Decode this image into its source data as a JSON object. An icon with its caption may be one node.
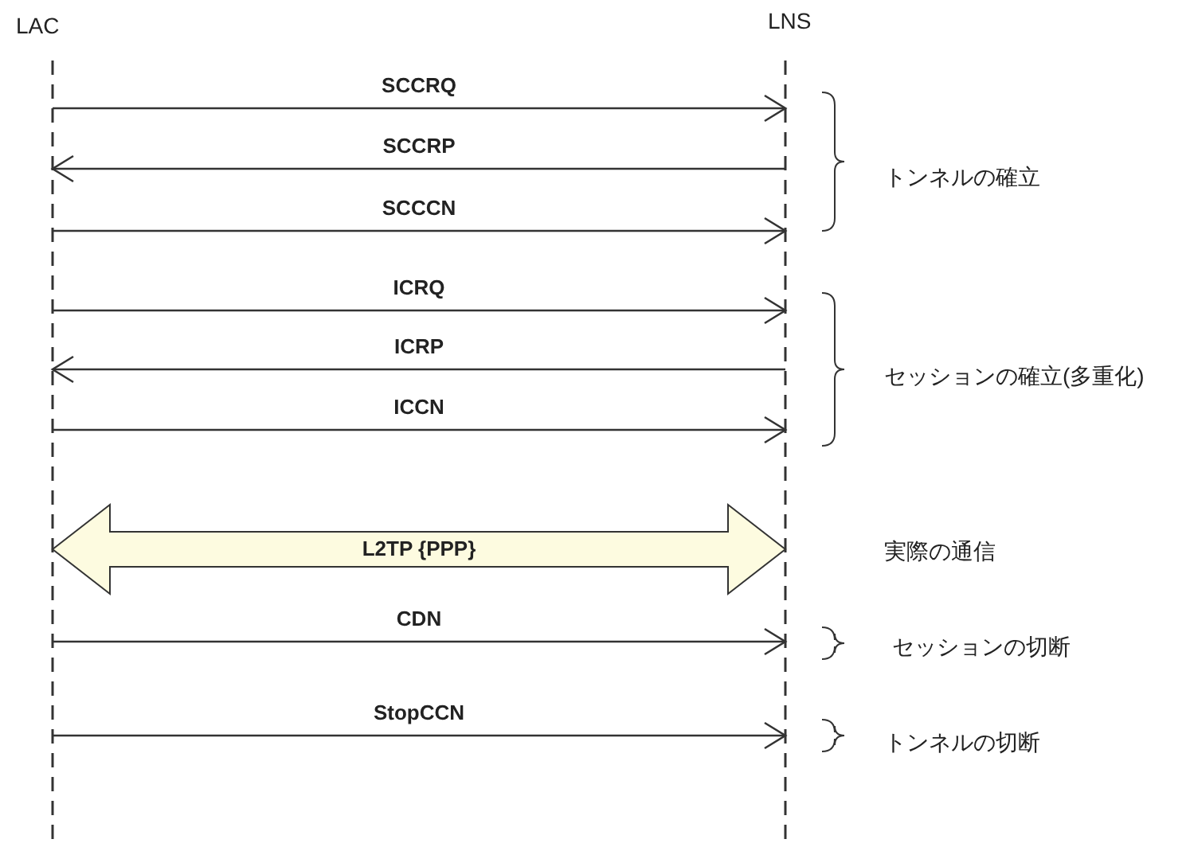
{
  "diagram": {
    "nodes": [
      {
        "text": [
          "LAC"
        ]
      },
      {
        "text": [
          "LNS"
        ]
      }
    ],
    "edges": [
      {
        "from": 0,
        "to": 1,
        "arrow": "to",
        "label": "SCCRQ"
      },
      {
        "from": 1,
        "to": 0,
        "arrow": "to",
        "label": "SCCRP"
      },
      {
        "from": 0,
        "to": 1,
        "arrow": "to",
        "label": "SCCCN"
      },
      {
        "from": 0,
        "to": 1,
        "arrow": "to",
        "label": "ICRQ"
      },
      {
        "from": 1,
        "to": 0,
        "arrow": "to",
        "label": "ICRP"
      },
      {
        "from": 0,
        "to": 1,
        "arrow": "to",
        "label": "ICCN"
      },
      {
        "from": 0,
        "to": 1,
        "arrow": "both",
        "label": "L2TP {PPP}",
        "style": "thick"
      },
      {
        "from": 0,
        "to": 1,
        "arrow": "to",
        "label": "CDN"
      },
      {
        "from": 0,
        "to": 1,
        "arrow": "to",
        "label": "StopCCN"
      }
    ],
    "labels": [
      "トンネルの確立",
      "セッションの確立(多重化)",
      "実際の通信",
      "セッションの切断",
      "トンネルの切断"
    ]
  }
}
